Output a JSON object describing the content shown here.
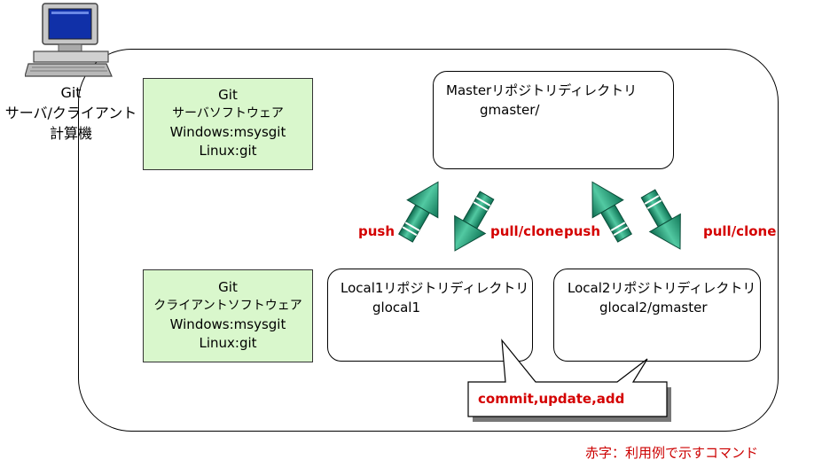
{
  "computer_label": {
    "line1": "Git",
    "line2": "サーバ/クライアント",
    "line3": "計算機"
  },
  "server_software": {
    "line1": "Git",
    "line2": "サーバソフトウェア",
    "line3": "Windows:msysgit",
    "line4": "Linux:git"
  },
  "client_software": {
    "line1": "Git",
    "line2": "クライアントソフトウェア",
    "line3": "Windows:msysgit",
    "line4": "Linux:git"
  },
  "master_repo": {
    "title": "Masterリポジトリディレクトリ",
    "dir": "gmaster/"
  },
  "local1_repo": {
    "title": "Local1リポジトリディレクトリ",
    "dir": "glocal1"
  },
  "local2_repo": {
    "title": "Local2リポジトリディレクトリ",
    "dir": "glocal2/gmaster"
  },
  "arrows": {
    "push_left": "push",
    "pullclone_left": "pull/clone",
    "push_right": "push",
    "pullclone_right": "pull/clone"
  },
  "callout": "commit,update,add",
  "legend_note": "赤字：利用例で示すコマンド",
  "colors": {
    "command_red": "#d40000",
    "software_box": "#d9f7cc",
    "arrow_green": "#2e9c78"
  },
  "icons": {
    "computer": "desktop-computer-icon"
  }
}
